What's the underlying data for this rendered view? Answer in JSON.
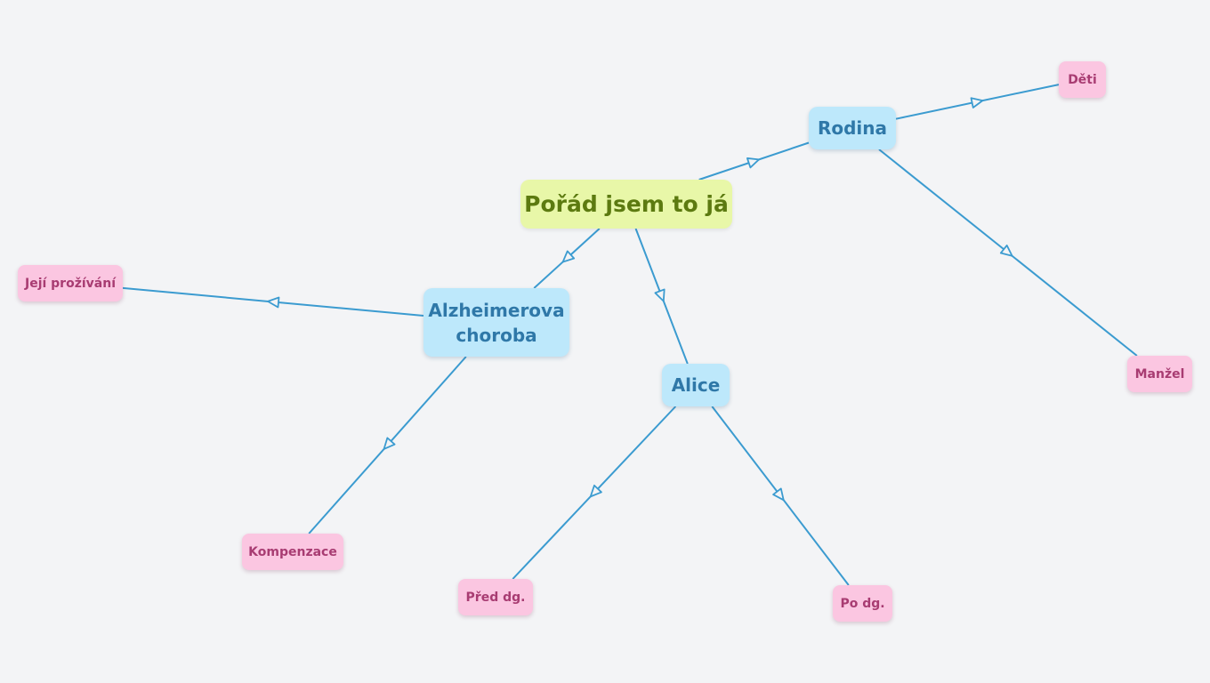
{
  "diagram": {
    "colors": {
      "background": "#f3f4f6",
      "edge": "#3b9bd0",
      "root_fill": "#e8f7a8",
      "root_text": "#5c7a10",
      "main_fill": "#bde8fb",
      "main_text": "#2f78a8",
      "leaf_fill": "#fbc6e1",
      "leaf_text": "#a83c72"
    },
    "nodes": {
      "root": {
        "label": "Pořád jsem to já"
      },
      "rodina": {
        "label": "Rodina"
      },
      "alzheimer": {
        "label": "Alzheimerova choroba"
      },
      "alice": {
        "label": "Alice"
      },
      "deti": {
        "label": "Děti"
      },
      "manzel": {
        "label": "Manžel"
      },
      "jeji_prozivani": {
        "label": "Její prožívání"
      },
      "kompenzace": {
        "label": "Kompenzace"
      },
      "pred_dg": {
        "label": "Před dg."
      },
      "po_dg": {
        "label": "Po dg."
      }
    },
    "edges": [
      {
        "from": "root",
        "to": "rodina"
      },
      {
        "from": "root",
        "to": "alzheimer"
      },
      {
        "from": "root",
        "to": "alice"
      },
      {
        "from": "rodina",
        "to": "deti"
      },
      {
        "from": "rodina",
        "to": "manzel"
      },
      {
        "from": "alzheimer",
        "to": "jeji_prozivani"
      },
      {
        "from": "alzheimer",
        "to": "kompenzace"
      },
      {
        "from": "alice",
        "to": "pred_dg"
      },
      {
        "from": "alice",
        "to": "po_dg"
      }
    ]
  }
}
